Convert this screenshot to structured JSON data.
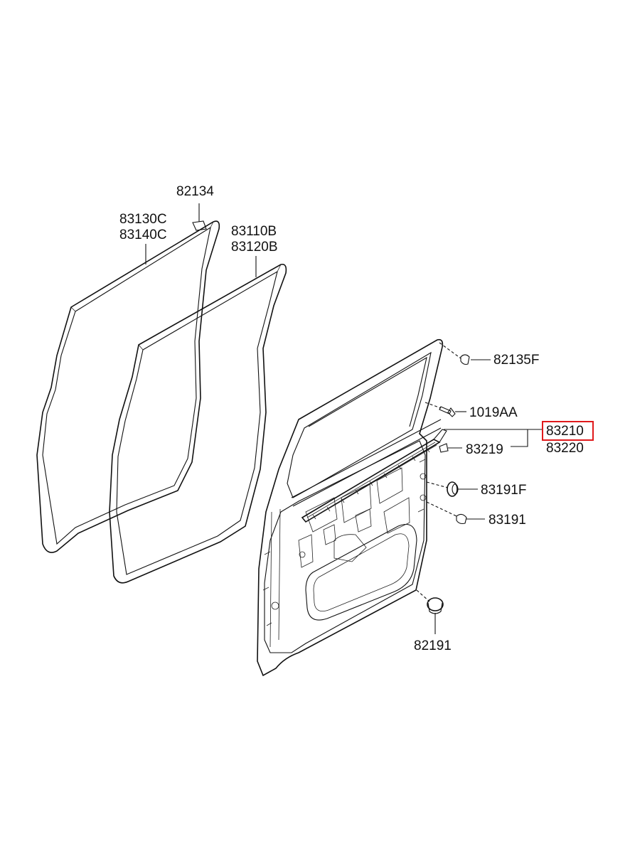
{
  "labels": {
    "p82134": "82134",
    "p83130C": "83130C",
    "p83140C": "83140C",
    "p83110B": "83110B",
    "p83120B": "83120B",
    "p82135F": "82135F",
    "p1019AA": "1019AA",
    "p83210": "83210",
    "p83220": "83220",
    "p83219": "83219",
    "p83191F": "83191F",
    "p83191": "83191",
    "p82191": "82191"
  },
  "highlight": {
    "part": "83210",
    "color": "#e0191b"
  }
}
